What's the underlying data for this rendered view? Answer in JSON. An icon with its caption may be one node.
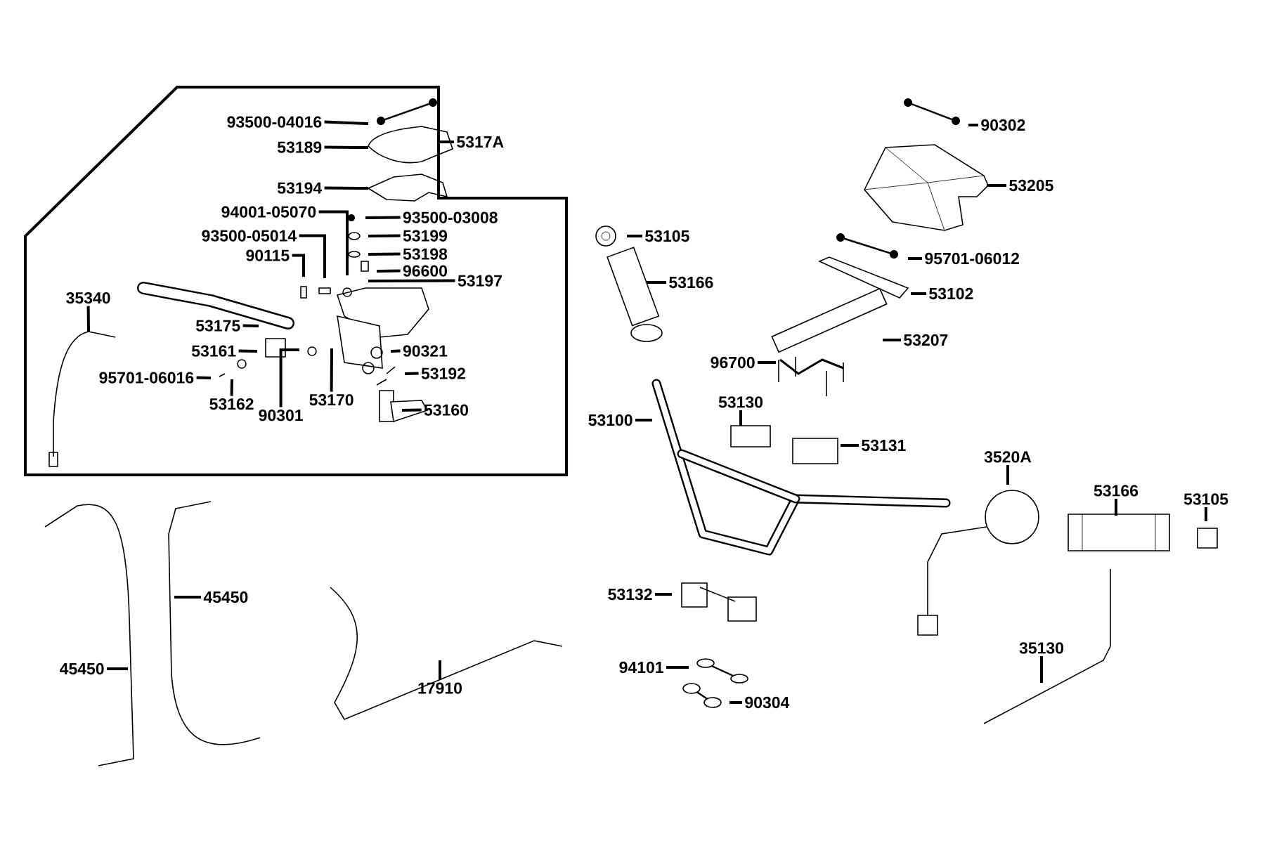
{
  "diagram": {
    "nodes": [
      {
        "text": [],
        "shape": "box"
      },
      {
        "text": [
          "93500-04016"
        ],
        "in": 0
      },
      {
        "text": [
          "53189"
        ],
        "in": 0
      },
      {
        "text": [
          "5317A"
        ]
      },
      {
        "text": [
          "53194"
        ],
        "in": 0
      },
      {
        "text": [
          "94001-05070"
        ],
        "in": 0
      },
      {
        "text": [
          "93500-03008"
        ],
        "in": 0
      },
      {
        "text": [
          "93500-05014"
        ],
        "in": 0
      },
      {
        "text": [
          "53199"
        ],
        "in": 0
      },
      {
        "text": [
          "90115"
        ],
        "in": 0
      },
      {
        "text": [
          "53198"
        ],
        "in": 0
      },
      {
        "text": [
          "96600"
        ],
        "in": 0
      },
      {
        "text": [
          "53197"
        ],
        "in": 0
      },
      {
        "text": [
          "35340"
        ],
        "in": 0
      },
      {
        "text": [
          "53175"
        ],
        "in": 0
      },
      {
        "text": [
          "53161"
        ],
        "in": 0
      },
      {
        "text": [
          "90321"
        ],
        "in": 0
      },
      {
        "text": [
          "95701-06016"
        ],
        "in": 0
      },
      {
        "text": [
          "53192"
        ],
        "in": 0
      },
      {
        "text": [
          "53170"
        ],
        "in": 0
      },
      {
        "text": [
          "53162"
        ],
        "in": 0
      },
      {
        "text": [
          "90301"
        ],
        "in": 0
      },
      {
        "text": [
          "53160"
        ],
        "in": 0
      },
      {
        "text": [
          "90302"
        ]
      },
      {
        "text": [
          "53205"
        ]
      },
      {
        "text": [
          "53105"
        ]
      },
      {
        "text": [
          "95701-06012"
        ]
      },
      {
        "text": [
          "53166"
        ]
      },
      {
        "text": [
          "53102"
        ]
      },
      {
        "text": [
          "53207"
        ]
      },
      {
        "text": [
          "96700"
        ]
      },
      {
        "text": [
          "53130"
        ]
      },
      {
        "text": [
          "53100"
        ]
      },
      {
        "text": [
          "53131"
        ]
      },
      {
        "text": [
          "3520A"
        ]
      },
      {
        "text": [
          "53166"
        ]
      },
      {
        "text": [
          "53105"
        ]
      },
      {
        "text": [
          "45450"
        ]
      },
      {
        "text": [
          "53132"
        ]
      },
      {
        "text": [
          "45450"
        ]
      },
      {
        "text": [
          "94101"
        ]
      },
      {
        "text": [
          "35130"
        ]
      },
      {
        "text": [
          "17910"
        ]
      },
      {
        "text": [
          "90304"
        ]
      }
    ],
    "edges": [
      {
        "from": 1,
        "to": null,
        "arrow": "none"
      },
      {
        "from": 2,
        "to": null,
        "arrow": "none"
      },
      {
        "from": 3,
        "to": 0,
        "arrow": "none"
      },
      {
        "from": 4,
        "to": null,
        "arrow": "none"
      },
      {
        "from": 5,
        "to": null,
        "arrow": "none"
      },
      {
        "from": 6,
        "to": null,
        "arrow": "none"
      },
      {
        "from": 7,
        "to": null,
        "arrow": "none"
      },
      {
        "from": 8,
        "to": null,
        "arrow": "none"
      },
      {
        "from": 9,
        "to": null,
        "arrow": "none"
      },
      {
        "from": 10,
        "to": null,
        "arrow": "none"
      },
      {
        "from": 11,
        "to": null,
        "arrow": "none"
      },
      {
        "from": 12,
        "to": null,
        "arrow": "none"
      },
      {
        "from": 13,
        "to": null,
        "arrow": "none"
      },
      {
        "from": 14,
        "to": null,
        "arrow": "none"
      },
      {
        "from": 15,
        "to": null,
        "arrow": "none"
      },
      {
        "from": 16,
        "to": null,
        "arrow": "none"
      },
      {
        "from": 17,
        "to": null,
        "arrow": "none"
      },
      {
        "from": 18,
        "to": null,
        "arrow": "none"
      },
      {
        "from": 19,
        "to": null,
        "arrow": "none"
      },
      {
        "from": 20,
        "to": null,
        "arrow": "none"
      },
      {
        "from": 21,
        "to": null,
        "arrow": "none"
      },
      {
        "from": 22,
        "to": null,
        "arrow": "none"
      },
      {
        "from": 23,
        "to": null,
        "arrow": "none"
      },
      {
        "from": 24,
        "to": null,
        "arrow": "none"
      },
      {
        "from": 25,
        "to": null,
        "arrow": "none"
      },
      {
        "from": 26,
        "to": null,
        "arrow": "none"
      },
      {
        "from": 27,
        "to": null,
        "arrow": "none"
      },
      {
        "from": 28,
        "to": null,
        "arrow": "none"
      },
      {
        "from": 29,
        "to": null,
        "arrow": "none"
      },
      {
        "from": 30,
        "to": null,
        "arrow": "none"
      },
      {
        "from": 31,
        "to": null,
        "arrow": "none"
      },
      {
        "from": 32,
        "to": null,
        "arrow": "none"
      },
      {
        "from": 33,
        "to": null,
        "arrow": "none"
      },
      {
        "from": 34,
        "to": null,
        "arrow": "none"
      },
      {
        "from": 35,
        "to": null,
        "arrow": "none"
      },
      {
        "from": 36,
        "to": null,
        "arrow": "none"
      },
      {
        "from": 37,
        "to": null,
        "arrow": "none"
      },
      {
        "from": 38,
        "to": null,
        "arrow": "none"
      },
      {
        "from": 39,
        "to": null,
        "arrow": "none"
      },
      {
        "from": 40,
        "to": null,
        "arrow": "none"
      },
      {
        "from": 41,
        "to": null,
        "arrow": "none"
      },
      {
        "from": 42,
        "to": null,
        "arrow": "none"
      },
      {
        "from": 43,
        "to": null,
        "arrow": "none"
      }
    ]
  }
}
